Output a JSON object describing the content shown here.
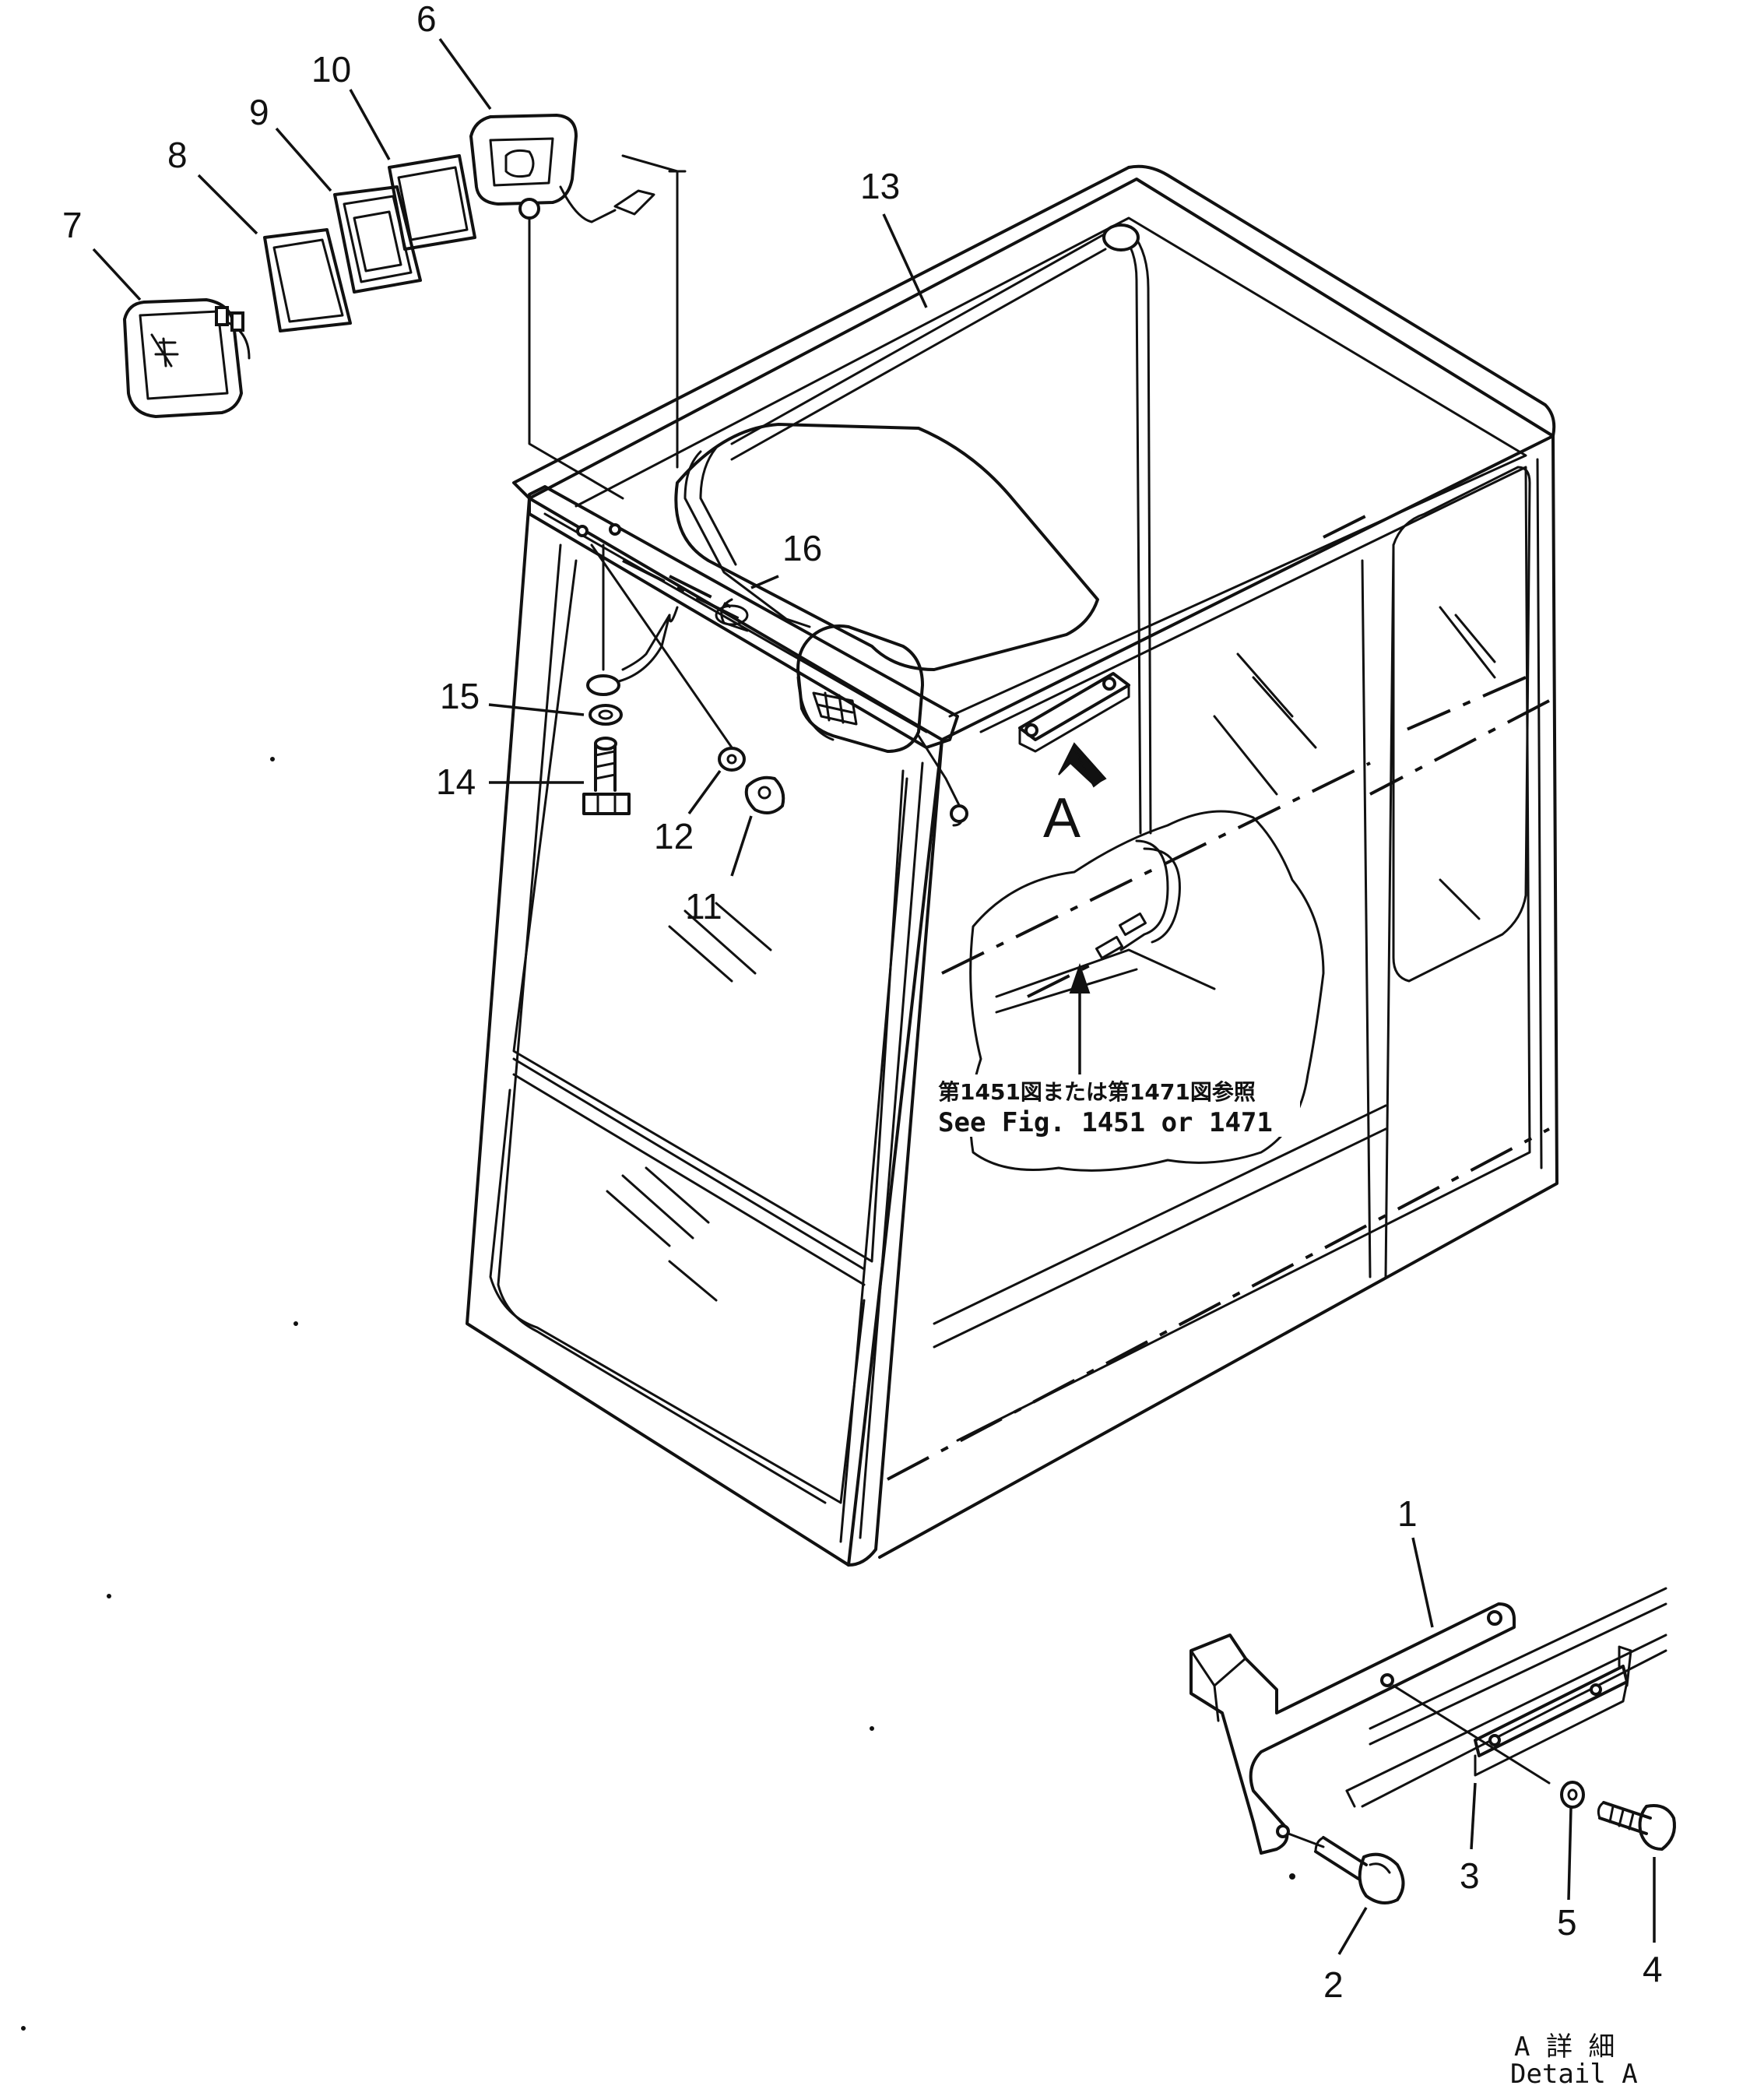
{
  "callouts": [
    "1",
    "2",
    "3",
    "4",
    "5",
    "6",
    "7",
    "8",
    "9",
    "10",
    "11",
    "12",
    "13",
    "14",
    "15",
    "16"
  ],
  "view_label": "A",
  "reference_note": {
    "japanese": "第1451図または第1471図参照",
    "english": "See Fig. 1451 or 1471"
  },
  "detail_caption": {
    "japanese": "A 詳 細",
    "english": "Detail A"
  }
}
